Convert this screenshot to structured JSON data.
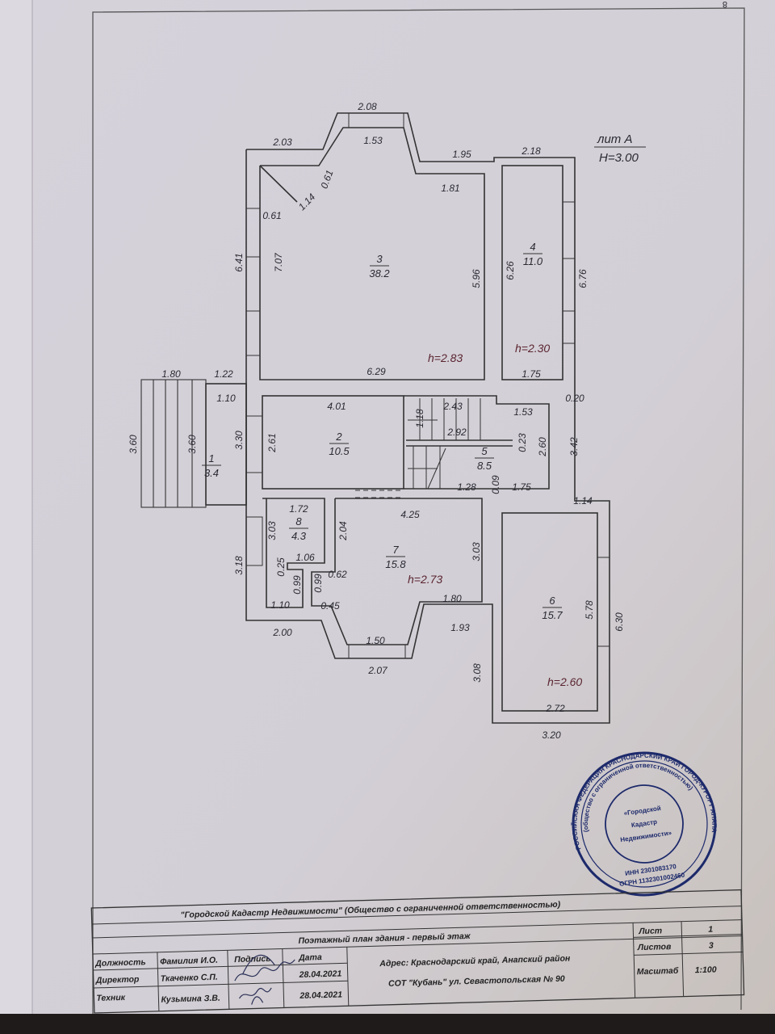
{
  "sheet_corner_number": "8",
  "litera": {
    "label": "лит А",
    "height": "H=3.00"
  },
  "rooms": [
    {
      "number": "1",
      "area": "3.4"
    },
    {
      "number": "2",
      "area": "10.5"
    },
    {
      "number": "3",
      "area": "38.2"
    },
    {
      "number": "4",
      "area": "11.0"
    },
    {
      "number": "5",
      "area": "8.5"
    },
    {
      "number": "6",
      "area": "15.7"
    },
    {
      "number": "7",
      "area": "15.8"
    },
    {
      "number": "8",
      "area": "4.3"
    }
  ],
  "room_heights": [
    "h=2.83",
    "h=2.30",
    "h=2.73",
    "h=2.60"
  ],
  "dims": [
    "2.08",
    "2.03",
    "1.53",
    "1.95",
    "2.18",
    "0.61",
    "1.14",
    "0.61",
    "1.81",
    "6.41",
    "7.07",
    "5.96",
    "6.26",
    "6.76",
    "6.29",
    "1.75",
    "1.80",
    "1.22",
    "1.10",
    "0.20",
    "4.01",
    "2.43",
    "1.53",
    "1.18",
    "2.92",
    "3.60",
    "3.60",
    "3.30",
    "2.61",
    "0.23",
    "2.60",
    "3.42",
    "1.28",
    "0.09",
    "1.75",
    "1.14",
    "1.72",
    "4.25",
    "3.03",
    "2.04",
    "3.03",
    "3.18",
    "1.06",
    "0.25",
    "0.62",
    "0.99",
    "0.99",
    "1.10",
    "0.45",
    "1.80",
    "2.00",
    "1.93",
    "1.50",
    "2.07",
    "5.78",
    "6.30",
    "3.08",
    "2.72",
    "3.20"
  ],
  "stamp": {
    "center": [
      "«Городской",
      "Кадастр",
      "Недвижимости»"
    ],
    "outer_ring": "РОССИЙСКАЯ ФЕДЕРАЦИЯ КРАСНОДАРСКИЙ КРАЙ ГОРОД-КУРОРТ АНАПА",
    "inner_ring": "(общество с ограниченной ответственностью)",
    "inn": "ИНН 2301083170",
    "ogrn": "ОГРН 1132301002460"
  },
  "title_block": {
    "organization": "\"Городской Кадастр Недвижимости\" (Общество с ограниченной ответственностью)",
    "drawing_title": "Поэтажный план здания - первый этаж",
    "headers": {
      "position": "Должность",
      "name": "Фамилия И.О.",
      "signature": "Подпись",
      "date": "Дата"
    },
    "rows": [
      {
        "position": "Директор",
        "name": "Ткаченко С.П.",
        "date": "28.04.2021"
      },
      {
        "position": "Техник",
        "name": "Кузьмина З.В.",
        "date": "28.04.2021"
      }
    ],
    "address_line1": "Адрес: Краснодарский край, Анапский район",
    "address_line2": "СОТ \"Кубань\" ул. Севастопольская № 90",
    "sheet_label": "Лист",
    "sheet_value": "1",
    "sheets_label": "Листов",
    "sheets_value": "3",
    "scale_label": "Масштаб",
    "scale_value": "1:100"
  }
}
